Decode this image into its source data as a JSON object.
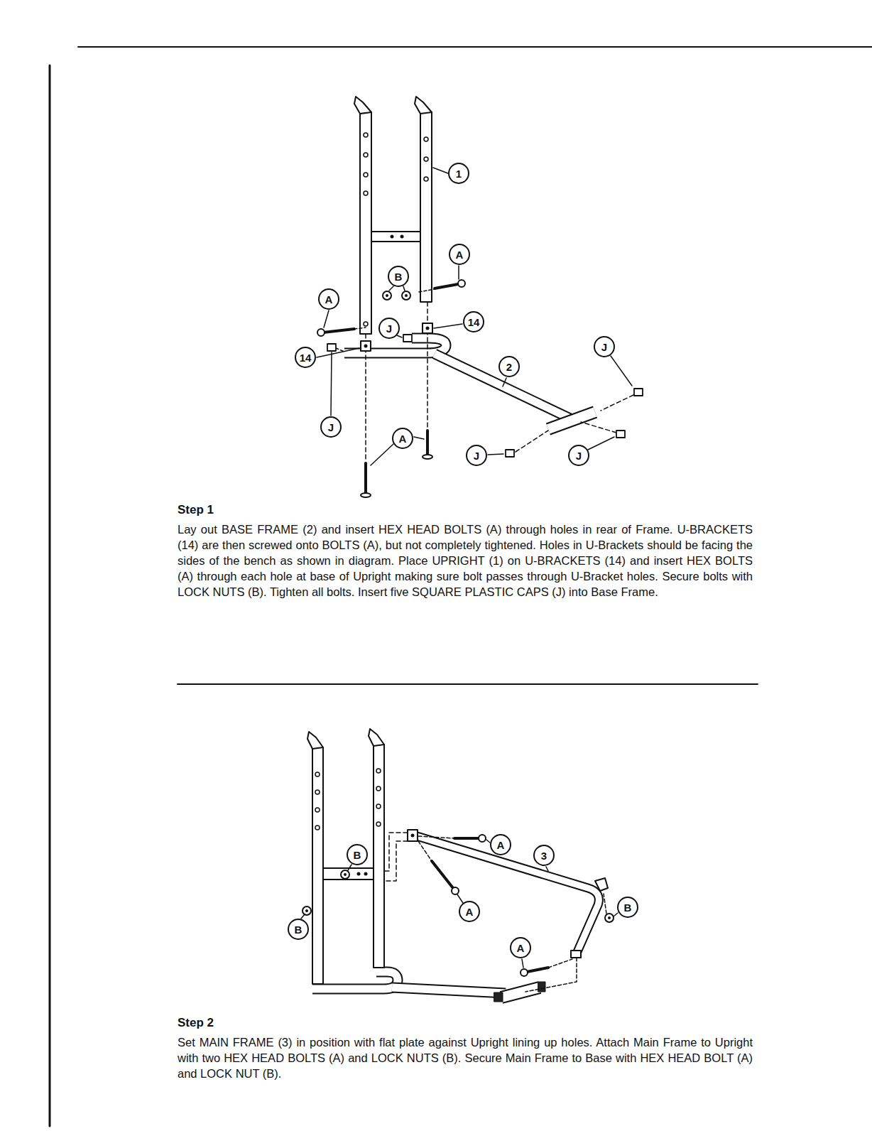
{
  "diagram": {
    "labels": [
      "1",
      "A",
      "B",
      "A",
      "14",
      "J",
      "14",
      "J",
      "2",
      "J",
      "A",
      "J",
      "J",
      "Step 1",
      "Lay out BASE FRAME (2) and insert HEX HEAD BOLTS (A) through holes in rear of Frame. U-BRACKETS (14) are then screwed onto BOLTS (A), but not completely tightened. Holes in U-Brackets should be facing the sides of the bench as shown in diagram. Place UPRIGHT (1) on U-BRACKETS (14) and insert HEX BOLTS (A) through each hole at base of Upright making sure bolt passes through U-Bracket holes. Secure bolts with LOCK NUTS (B). Tighten all bolts. Insert five SQUARE PLASTIC CAPS (J) into Base Frame.",
      "A",
      "3",
      "B",
      "B",
      "A",
      "B",
      "A",
      "Step 2",
      "Set MAIN FRAME (3) in position with flat plate against Upright lining up holes. Attach Main Frame to Upright with two HEX HEAD BOLTS (A) and LOCK NUTS (B). Secure Main Frame to Base with HEX HEAD BOLT (A) and LOCK NUT (B)."
    ]
  }
}
